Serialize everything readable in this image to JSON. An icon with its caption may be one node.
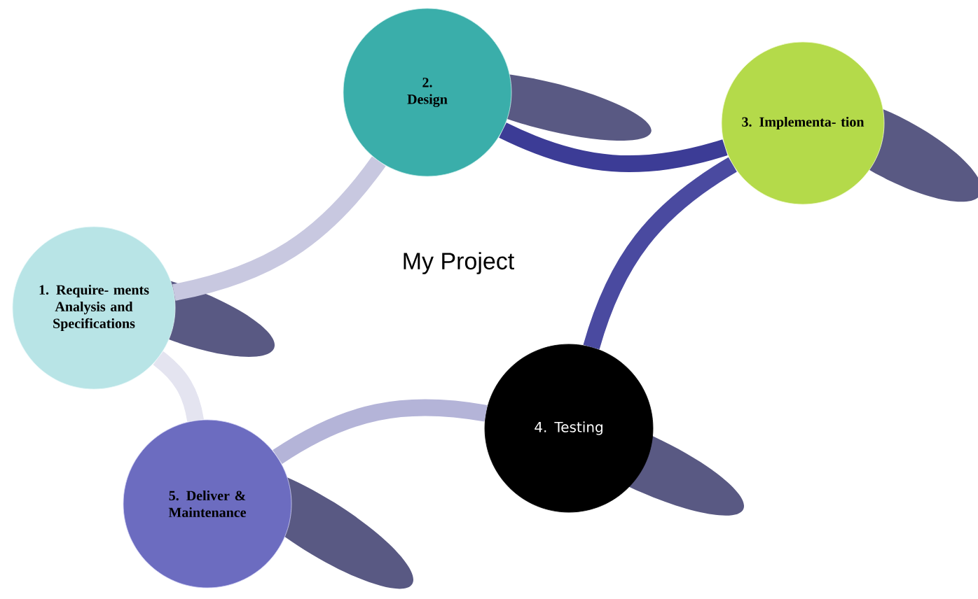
{
  "diagram": {
    "title": "My Project",
    "nodes": [
      {
        "text": [
          "1. Require- ments Analysis and Specifications"
        ]
      },
      {
        "text": [
          "2. Design"
        ]
      },
      {
        "text": [
          "3. Implementa- tion"
        ]
      },
      {
        "text": [
          "4. Testing"
        ]
      },
      {
        "text": [
          "5. Deliver & Maintenance"
        ]
      }
    ],
    "edges": [
      {
        "from": 0,
        "to": 1,
        "arrow": "none",
        "color": "#c8c8e0"
      },
      {
        "from": 1,
        "to": 2,
        "arrow": "none",
        "color": "#3c3c96"
      },
      {
        "from": 2,
        "to": 3,
        "arrow": "none",
        "color": "#4a4aa0"
      },
      {
        "from": 3,
        "to": 4,
        "arrow": "none",
        "color": "#b4b4d8"
      },
      {
        "from": 4,
        "to": 0,
        "arrow": "none",
        "color": "#e4e4f0"
      }
    ]
  }
}
